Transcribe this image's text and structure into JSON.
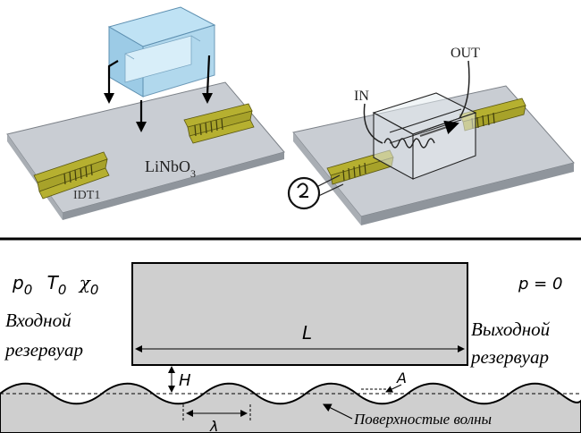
{
  "top_left": {
    "substrate_label": "LiNbO",
    "substrate_subscript": "3",
    "idt_label": "IDT1"
  },
  "top_right": {
    "in_label": "IN",
    "out_label": "OUT"
  },
  "bottom": {
    "left_params": {
      "p": "p",
      "p_sub": "0",
      "T": "T",
      "T_sub": "0",
      "chi": "χ",
      "chi_sub": "0"
    },
    "right_param": "p = 0",
    "inlet_line1": "Входной",
    "inlet_line2": "резервуар",
    "outlet_line1": "Выходной",
    "outlet_line2": "резервуар",
    "length_label": "L",
    "height_label": "H",
    "amplitude_label": "A",
    "wavelength_label": "λ",
    "wave_caption": "Поверхностые волны"
  },
  "colors": {
    "substrate_top": "#c9cdd3",
    "substrate_side": "#8f959c",
    "idt_fill": "#b6b030",
    "channel_fill": "#a9d4ec",
    "bottom_gray": "#cfcfcf"
  }
}
